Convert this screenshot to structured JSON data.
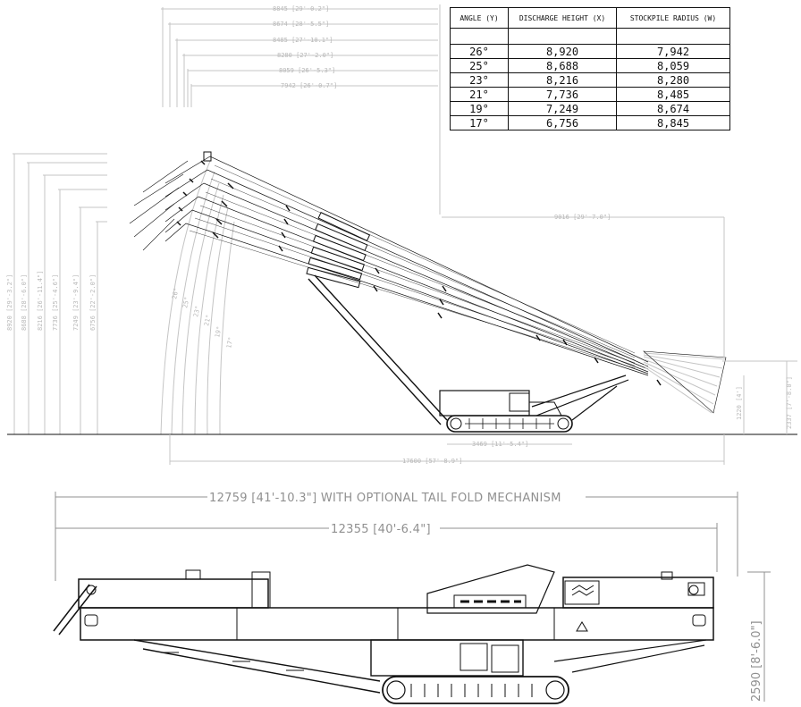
{
  "table": {
    "headers": [
      "ANGLE (Y)",
      "DISCHARGE HEIGHT (X)",
      "STOCKPILE RADIUS (W)"
    ],
    "rows": [
      {
        "angle": "26°",
        "height": "8,920",
        "radius": "7,942"
      },
      {
        "angle": "25°",
        "height": "8,688",
        "radius": "8,059"
      },
      {
        "angle": "23°",
        "height": "8,216",
        "radius": "8,280"
      },
      {
        "angle": "21°",
        "height": "7,736",
        "radius": "8,485"
      },
      {
        "angle": "19°",
        "height": "7,249",
        "radius": "8,674"
      },
      {
        "angle": "17°",
        "height": "6,756",
        "radius": "8,845"
      }
    ]
  },
  "top_radius_dims": [
    "8845 [29'-0.2\"]",
    "8674 [28'-5.5\"]",
    "8485 [27'-10.1\"]",
    "8280 [27'-2.0\"]",
    "8059 [26'-5.3\"]",
    "7942 [26'-0.7\"]"
  ],
  "left_height_dims": [
    "8920 [29'-3.2\"]",
    "8688 [28'-6.0\"]",
    "8216 [26'-11.4\"]",
    "7736 [25'-4.6\"]",
    "7249 [23'-9.4\"]",
    "6756 [22'-2.0\"]"
  ],
  "angle_labels": [
    "26°",
    "25°",
    "23°",
    "21°",
    "19°",
    "17°"
  ],
  "reach_dim": "9016 [29'-7.0\"]",
  "tail_height_dim": "2337 [7'-8.0\"]",
  "tail_low_dim": "1220 [4']",
  "base_offset_dim": "3469 [11'-5.4\"]",
  "overall_length_dim": "17600 [57'-8.9\"]",
  "tail_fold_dim": "12759 [41'-10.3\"]   WITH OPTIONAL TAIL FOLD MECHANISM",
  "transport_length_dim": "12355 [40'-6.4\"]",
  "transport_height_dim": "2590 [8'-6.0\"]"
}
